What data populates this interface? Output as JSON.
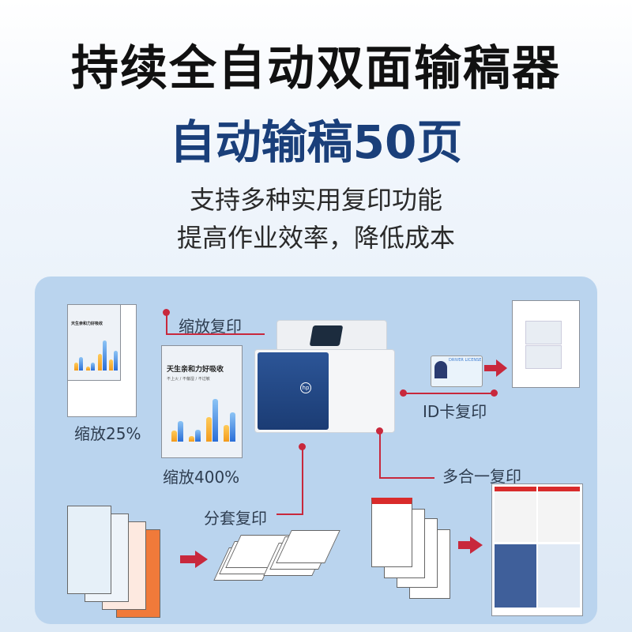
{
  "header": {
    "title": "持续全自动双面输稿器",
    "subtitle": "自动输稿50页",
    "desc_line1": "支持多种实用复印功能",
    "desc_line2": "提高作业效率，降低成本"
  },
  "features": {
    "zoom_copy": "缩放复印",
    "zoom_25": "缩放25%",
    "zoom_400": "缩放400%",
    "id_copy": "ID卡复印",
    "multi_copy": "多合一复印",
    "collate_copy": "分套复印"
  },
  "sample_doc": {
    "title": "天生亲和力好吸收",
    "subtitle": "不上火 / 不偏湿 / 不过敏"
  },
  "id_card": {
    "header": "DRIVER LICENSE"
  },
  "colors": {
    "accent": "#c8283c",
    "brand_blue": "#1a3f7a",
    "panel": "#bad4ee"
  }
}
